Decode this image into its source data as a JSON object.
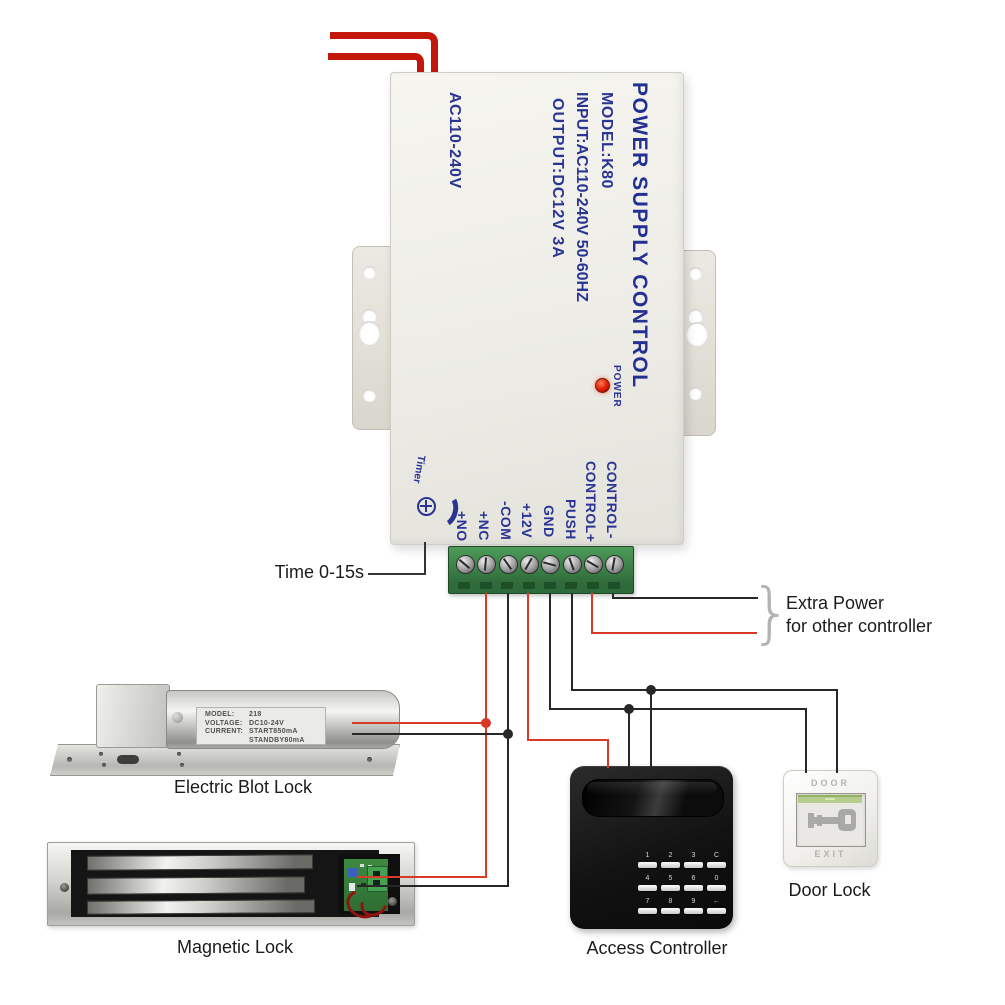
{
  "psu": {
    "title_vertical": "POWER SUPPLY CONTROL",
    "model": "MODEL:K80",
    "input": "INPUT:AC110-240V  50-60HZ",
    "output": "OUTPUT:DC12V  3A",
    "ac_rating": "AC110-240V",
    "power_led_label": "POWER",
    "timer_label": "Timer",
    "terminals": [
      "+NO",
      "+NC",
      "-COM",
      "+12V",
      "GND",
      "PUSH",
      "CONTROL+",
      "CONTROL-"
    ]
  },
  "annotations": {
    "time_label": "Time 0-15s",
    "extra_power_line1": "Extra Power",
    "extra_power_line2": "for other controller",
    "brace": "}"
  },
  "bolt_lock": {
    "caption": "Electric Blot Lock",
    "label_rows": [
      {
        "k": "MODEL:",
        "v": "218"
      },
      {
        "k": "VOLTAGE:",
        "v": "DC10-24V"
      },
      {
        "k": "CURRENT:",
        "v": "START850mA"
      },
      {
        "k": "",
        "v": "STANDBY80mA"
      }
    ]
  },
  "magnetic_lock": {
    "caption": "Magnetic Lock"
  },
  "access_controller": {
    "caption": "Access Controller",
    "keypad": [
      [
        "1",
        "2",
        "3",
        "C"
      ],
      [
        "4",
        "5",
        "6",
        "0"
      ],
      [
        "7",
        "8",
        "9",
        "←"
      ]
    ]
  },
  "door_lock": {
    "caption": "Door Lock",
    "top_label": "DOOR",
    "bottom_label": "EXIT"
  },
  "colors": {
    "label_blue": "#2a3493",
    "wire_red": "#d83a28",
    "wire_black": "#272727",
    "terminal_green": "#3f8a4f",
    "mains_red": "#c4170c"
  }
}
